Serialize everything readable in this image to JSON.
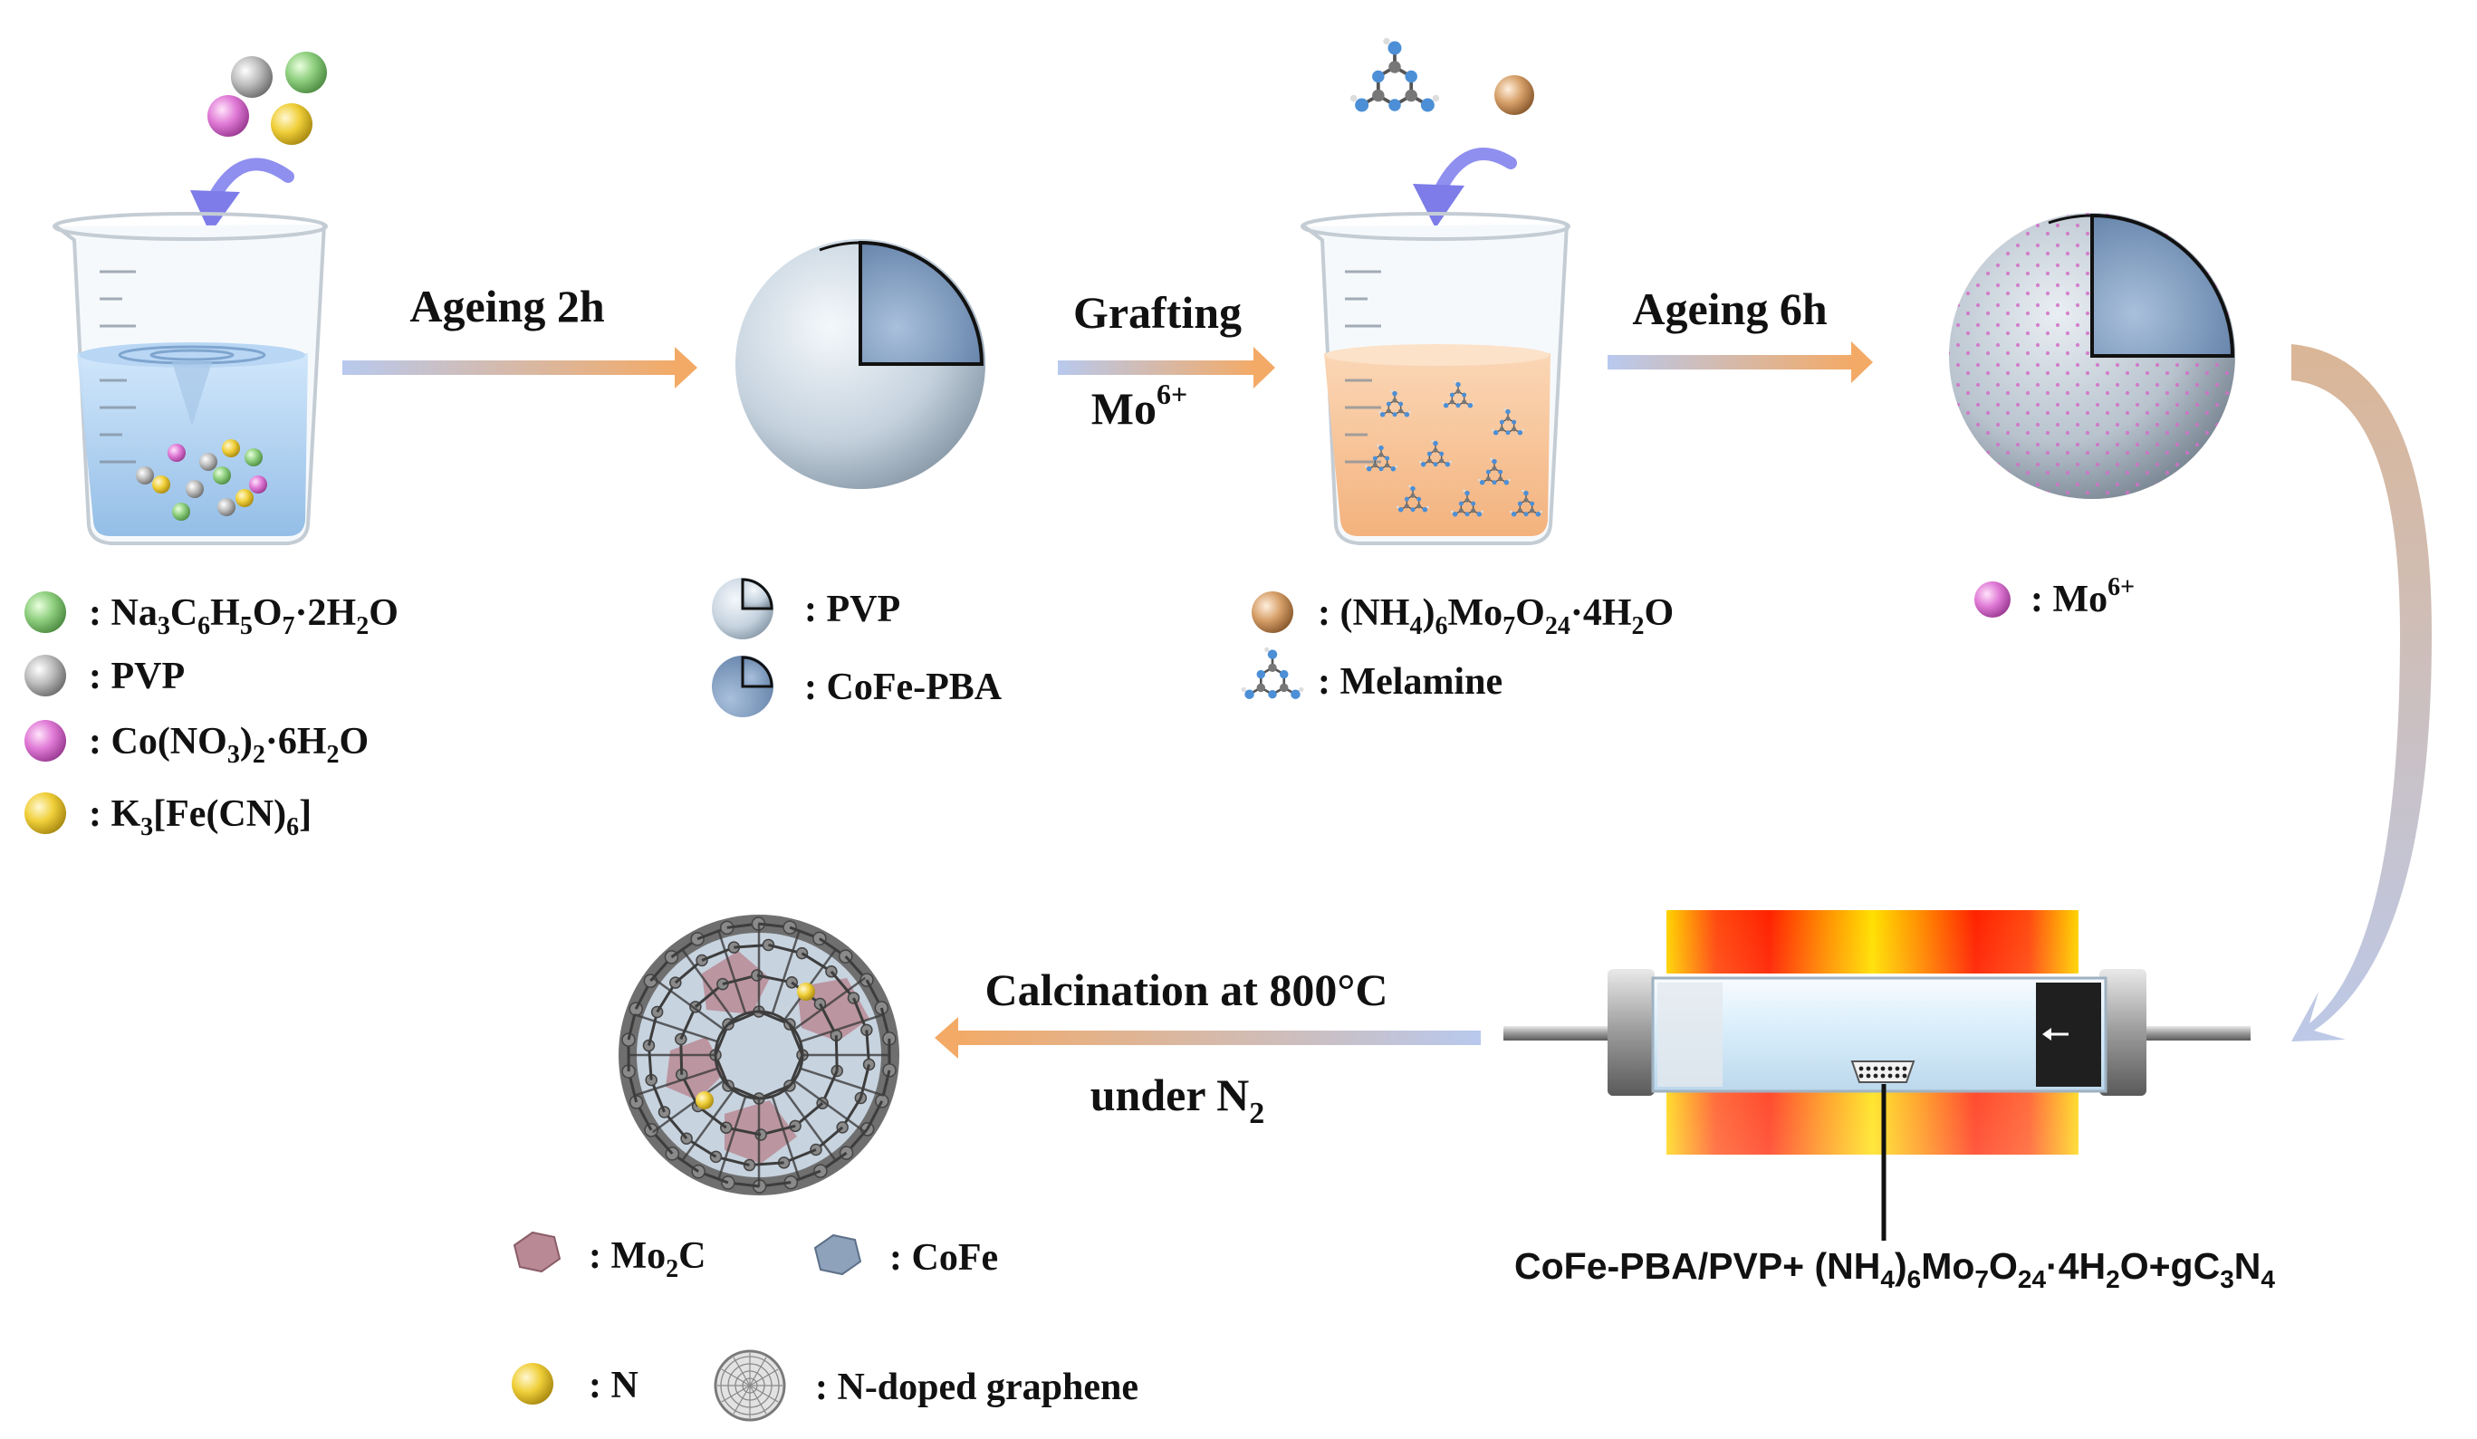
{
  "steps": {
    "ageing1": "Ageing 2h",
    "grafting": "Grafting",
    "mo_label_base": "Mo",
    "mo_label_sup": "6+",
    "ageing2": "Ageing 6h",
    "calcination": "Calcination at 800°C",
    "under_base": "under N",
    "under_sub": "2"
  },
  "legend1": {
    "citrate": {
      "t1": ": Na",
      "s1": "3",
      "t2": "C",
      "s2": "6",
      "t3": "H",
      "s3": "5",
      "t4": "O",
      "s4": "7",
      "t5": "·2H",
      "s5": "2",
      "t6": "O"
    },
    "pvp": ": PVP",
    "cobalt": {
      "t1": ": Co(NO",
      "s1": "3",
      "t2": ")",
      "s2": "2",
      "t3": "·6H",
      "s3": "2",
      "t4": "O"
    },
    "ferri": {
      "t1": ": K",
      "s1": "3",
      "t2": "[Fe(CN)",
      "s2": "6",
      "t3": "]"
    }
  },
  "legend2": {
    "pvp": ": PVP",
    "cofe_pba": ": CoFe-PBA"
  },
  "legend3": {
    "ammonium": {
      "t1": ": (NH",
      "s1": "4",
      "t2": ")",
      "s2": "6",
      "t3": "Mo",
      "s3": "7",
      "t4": "O",
      "s4": "24",
      "t5": "·4H",
      "s5": "2",
      "t6": "O"
    },
    "melamine": ": Melamine"
  },
  "legend4": {
    "mo_base": ": Mo",
    "mo_sup": "6+"
  },
  "furnace_label": {
    "t1": "CoFe-PBA/PVP+ (NH",
    "s1": "4",
    "t2": ")",
    "s2": "6",
    "t3": "Mo",
    "s3": "7",
    "t4": "O",
    "s4": "24",
    "t5": "·4H",
    "s5": "2",
    "t6": "O+gC",
    "s6": "3",
    "t7": "N",
    "s7": "4"
  },
  "legend5": {
    "mo2c": {
      "t1": ": Mo",
      "s1": "2",
      "t2": "C"
    },
    "cofe": ": CoFe",
    "n": ": N",
    "graphene": ": N-doped graphene"
  },
  "colors": {
    "green": "#8fcf7f",
    "gray": "#b9b9b9",
    "pink": "#e07ad6",
    "yellow": "#f0cf3a",
    "tan": "#d7a06a",
    "blue_core": "#7f9dc1",
    "shell": "#c9d6e2",
    "mo2c": "#b98a95",
    "cofe": "#8ea3bb",
    "arrow_start": "#b7c7ea",
    "arrow_end": "#f2ab6a"
  }
}
